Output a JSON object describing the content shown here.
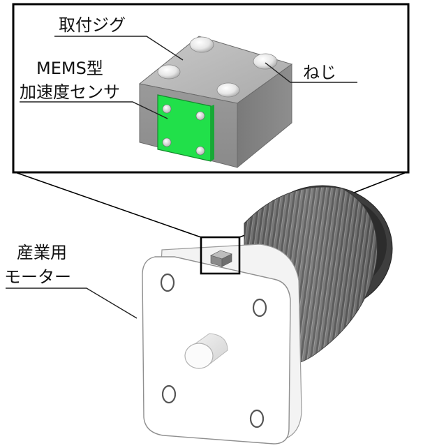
{
  "labels": {
    "jig": "取付ジグ",
    "sensor_line1": "MEMS型",
    "sensor_line2": "加速度センサ",
    "screw": "ねじ",
    "motor_line1": "産業用",
    "motor_line2": "モーター"
  },
  "colors": {
    "sensor_green": "#21e04a",
    "jig_gray": "#9d9d9d",
    "fin_gray": "#6f6f6f",
    "frame_black": "#000000"
  }
}
